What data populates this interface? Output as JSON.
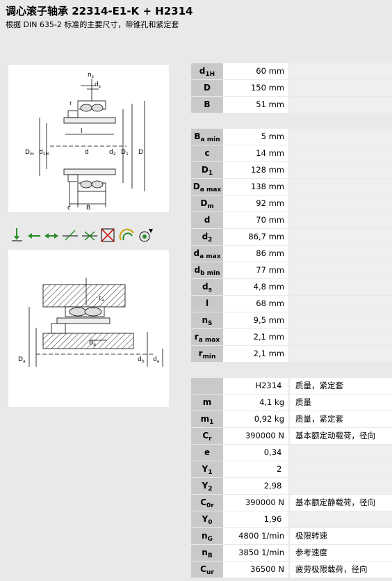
{
  "title": "调心滚子轴承 22314-E1-K + H2314",
  "subtitle": "根据 DIN 635-2 标准的主要尺寸，带锥孔和紧定套",
  "group1": [
    {
      "sym": "d",
      "sub": "1H",
      "value": "60",
      "unit": "mm",
      "desc": ""
    },
    {
      "sym": "D",
      "sub": "",
      "value": "150",
      "unit": "mm",
      "desc": ""
    },
    {
      "sym": "B",
      "sub": "",
      "value": "51",
      "unit": "mm",
      "desc": ""
    }
  ],
  "group2": [
    {
      "sym": "B",
      "sub": "a min",
      "value": "5",
      "unit": "mm",
      "desc": ""
    },
    {
      "sym": "c",
      "sub": "",
      "value": "14",
      "unit": "mm",
      "desc": ""
    },
    {
      "sym": "D",
      "sub": "1",
      "value": "128",
      "unit": "mm",
      "desc": ""
    },
    {
      "sym": "D",
      "sub": "a max",
      "value": "138",
      "unit": "mm",
      "desc": ""
    },
    {
      "sym": "D",
      "sub": "m",
      "value": "92",
      "unit": "mm",
      "desc": ""
    },
    {
      "sym": "d",
      "sub": "",
      "value": "70",
      "unit": "mm",
      "desc": ""
    },
    {
      "sym": "d",
      "sub": "2",
      "value": "86,7",
      "unit": "mm",
      "desc": ""
    },
    {
      "sym": "d",
      "sub": "a max",
      "value": "86",
      "unit": "mm",
      "desc": ""
    },
    {
      "sym": "d",
      "sub": "b min",
      "value": "77",
      "unit": "mm",
      "desc": ""
    },
    {
      "sym": "d",
      "sub": "s",
      "value": "4,8",
      "unit": "mm",
      "desc": ""
    },
    {
      "sym": "l",
      "sub": "",
      "value": "68",
      "unit": "mm",
      "desc": ""
    },
    {
      "sym": "n",
      "sub": "S",
      "value": "9,5",
      "unit": "mm",
      "desc": ""
    },
    {
      "sym": "r",
      "sub": "a max",
      "value": "2,1",
      "unit": "mm",
      "desc": ""
    },
    {
      "sym": "r",
      "sub": "min",
      "value": "2,1",
      "unit": "mm",
      "desc": ""
    }
  ],
  "group3": [
    {
      "sym": "",
      "sub": "",
      "value": "H2314",
      "unit": "",
      "desc": "质量，紧定套"
    },
    {
      "sym": "m",
      "sub": "",
      "value": "4,1",
      "unit": "kg",
      "desc": "质量"
    },
    {
      "sym": "m",
      "sub": "1",
      "value": "0,92",
      "unit": "kg",
      "desc": "质量，紧定套"
    },
    {
      "sym": "C",
      "sub": "r",
      "value": "390000",
      "unit": "N",
      "desc": "基本额定动载荷，径向"
    },
    {
      "sym": "e",
      "sub": "",
      "value": "0,34",
      "unit": "",
      "desc": ""
    },
    {
      "sym": "Y",
      "sub": "1",
      "value": "2",
      "unit": "",
      "desc": ""
    },
    {
      "sym": "Y",
      "sub": "2",
      "value": "2,98",
      "unit": "",
      "desc": ""
    },
    {
      "sym": "C",
      "sub": "0r",
      "value": "390000",
      "unit": "N",
      "desc": "基本额定静载荷，径向"
    },
    {
      "sym": "Y",
      "sub": "0",
      "value": "1,96",
      "unit": "",
      "desc": ""
    },
    {
      "sym": "n",
      "sub": "G",
      "value": "4800",
      "unit": "1/min",
      "desc": "极限转速"
    },
    {
      "sym": "n",
      "sub": "B",
      "value": "3850",
      "unit": "1/min",
      "desc": "参考速度"
    },
    {
      "sym": "C",
      "sub": "ur",
      "value": "36500",
      "unit": "N",
      "desc": "疲劳极限载荷，径向"
    }
  ],
  "drawing1_labels": {
    "ns": "n",
    "ns_sub": "s",
    "ds": "d",
    "ds_sub": "s",
    "r": "r",
    "l": "l",
    "d": "d",
    "d2": "d",
    "d2_sub": "2",
    "D1": "D",
    "D1_sub": "1",
    "D": "D",
    "Dm": "D",
    "Dm_sub": "m",
    "d1H": "d",
    "d1H_sub": "1H",
    "c": "c",
    "B": "B"
  },
  "drawing2_labels": {
    "ra": "r",
    "ra_sub": "a",
    "Ba": "B",
    "Ba_sub": "a",
    "Da": "D",
    "Da_sub": "a",
    "db": "d",
    "db_sub": "b",
    "da": "d",
    "da_sub": "a"
  },
  "icons": [
    "radial-load-icon",
    "axial-load-one-direction-icon",
    "axial-load-both-directions-icon",
    "misalignment-compensation-icon",
    "angular-misalignment-icon",
    "non-separable-icon",
    "sealed-icon",
    "lubrication-icon"
  ]
}
